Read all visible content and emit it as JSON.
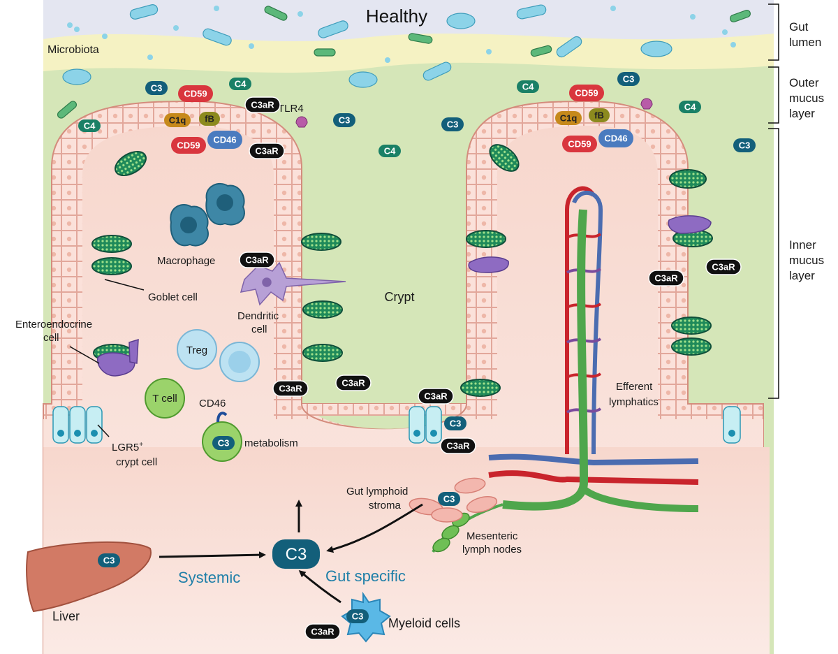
{
  "diagram": {
    "title": "Healthy",
    "region_labels": {
      "microbiota": "Microbiota",
      "crypt": "Crypt",
      "efferent_lymphatics": [
        "Efferent",
        "lymphatics"
      ]
    },
    "side_labels": {
      "gut_lumen": [
        "Gut",
        "lumen"
      ],
      "outer_mucus": [
        "Outer",
        "mucus",
        "layer"
      ],
      "inner_mucus": [
        "Inner",
        "mucus",
        "layer"
      ]
    },
    "cell_labels": {
      "macrophage": "Macrophage",
      "goblet": "Goblet cell",
      "enteroendocrine": [
        "Enteroendocrine",
        "cell"
      ],
      "dendritic": [
        "Dendritic",
        "cell"
      ],
      "treg": "Treg",
      "tcell": "T cell",
      "cd46": "CD46",
      "metabolism": "metabolism",
      "lgr5_prefix": "LGR5",
      "lgr5_sup": "+",
      "lgr5_line2": "crypt cell",
      "tlr4": "TLR4",
      "gut_lymphoid_stroma": [
        "Gut lymphoid",
        "stroma"
      ],
      "mesenteric": [
        "Mesenteric",
        "lymph nodes"
      ],
      "liver": "Liver",
      "myeloid": "Myeloid cells"
    },
    "pathways": {
      "central": "C3",
      "systemic": "Systemic",
      "gut_specific": "Gut specific"
    },
    "molecules": {
      "c3": "C3",
      "c4": "C4",
      "c3ar": "C3aR",
      "cd59": "CD59",
      "cd46": "CD46",
      "c1q": "C1q",
      "fb": "fB"
    },
    "colors": {
      "lumen": "#e4e6f1",
      "outer_mucus": "#f5f2c3",
      "inner_mucus": "#d5e6b8",
      "tissue": "#f6d8cf",
      "c3_teal": "#135f7a",
      "c4_green": "#1a8066",
      "c3ar_black": "#111111",
      "cd59_red": "#d9363e",
      "cd46_blue": "#4a7bbf",
      "c1q_gold": "#c6891b",
      "fb_olive": "#8c8a1e",
      "route_text": "#1f7fa8"
    }
  }
}
